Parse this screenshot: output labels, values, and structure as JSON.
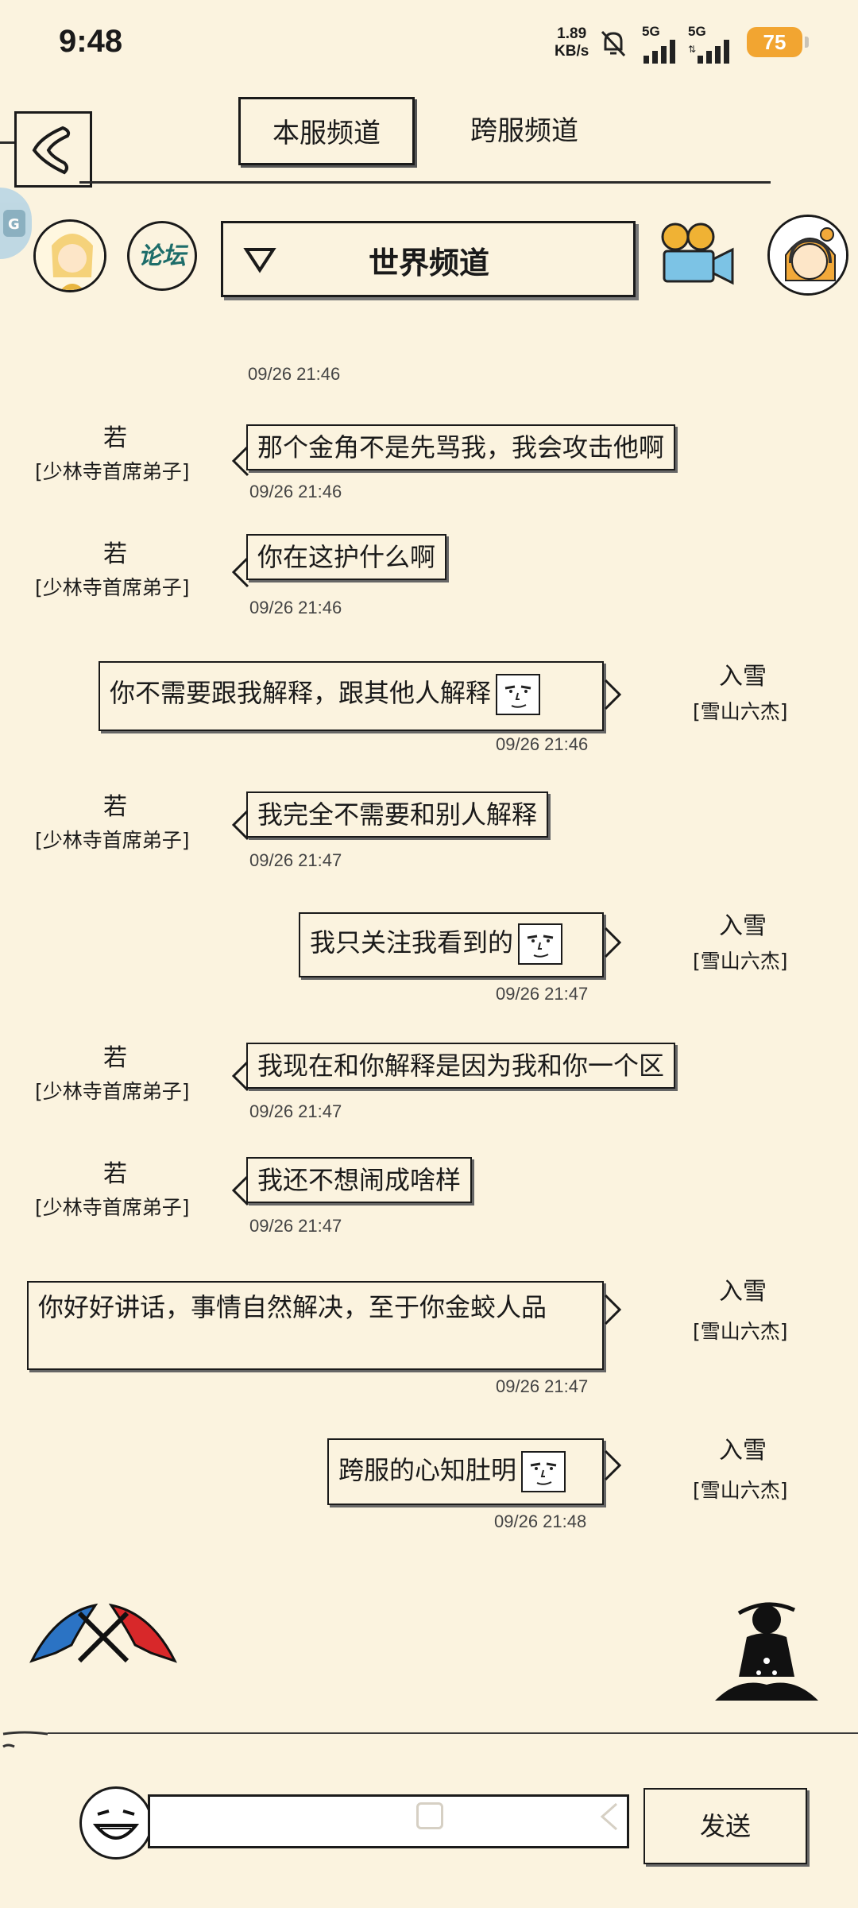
{
  "status": {
    "time": "9:48",
    "speed": "1.89",
    "speed_unit": "KB/s",
    "net1": "5G",
    "net2": "5G",
    "battery": "75"
  },
  "tabs": [
    {
      "label": "本服频道"
    },
    {
      "label": "跨服频道"
    }
  ],
  "channel": {
    "title": "世界频道"
  },
  "partial_timestamp": "09/26 21:46",
  "messages": [
    {
      "side": "left",
      "name": "若",
      "rank": "[少林寺首席弟子]",
      "text": "那个金角不是先骂我，我会攻击他啊",
      "time": "09/26 21:46"
    },
    {
      "side": "left",
      "name": "若",
      "rank": "[少林寺首席弟子]",
      "text": "你在这护什么啊",
      "time": "09/26 21:46"
    },
    {
      "side": "right",
      "name": "入雪",
      "rank": "[雪山六杰]",
      "text": "你不需要跟我解释，跟其他人解释",
      "time": "09/26 21:46",
      "emoji": true
    },
    {
      "side": "left",
      "name": "若",
      "rank": "[少林寺首席弟子]",
      "text": "我完全不需要和别人解释",
      "time": "09/26 21:47"
    },
    {
      "side": "right",
      "name": "入雪",
      "rank": "[雪山六杰]",
      "text": "我只关注我看到的",
      "time": "09/26 21:47",
      "emoji": true
    },
    {
      "side": "left",
      "name": "若",
      "rank": "[少林寺首席弟子]",
      "text": "我现在和你解释是因为我和你一个区",
      "time": "09/26 21:47"
    },
    {
      "side": "left",
      "name": "若",
      "rank": "[少林寺首席弟子]",
      "text": "我还不想闹成啥样",
      "time": "09/26 21:47"
    },
    {
      "side": "right",
      "name": "入雪",
      "rank": "[雪山六杰]",
      "text": "你好好讲话，事情自然解决，至于你金蛟人品",
      "time": "09/26 21:47"
    },
    {
      "side": "right",
      "name": "入雪",
      "rank": "[雪山六杰]",
      "text": "跨服的心知肚明",
      "time": "09/26 21:48",
      "emoji": true
    }
  ],
  "forum_label": "论坛",
  "input": {
    "placeholder": ""
  },
  "send_label": "发送"
}
